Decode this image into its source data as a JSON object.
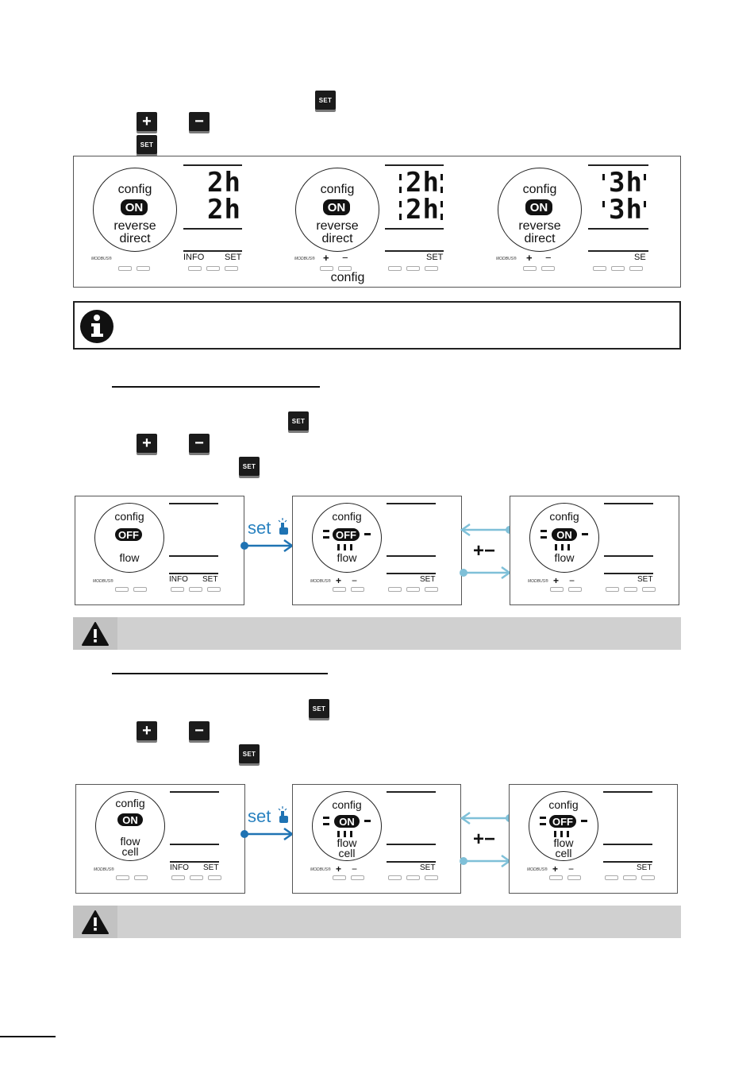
{
  "keys": {
    "set": "SET",
    "plus": "+",
    "minus": "−"
  },
  "panel1": {
    "displays": [
      {
        "config": "config",
        "state": "ON",
        "reverse": "reverse",
        "direct": "direct",
        "seg1": "2h",
        "seg2": "2h",
        "modbus": "MODBUS®",
        "label_left": "INFO",
        "label_right": "SET"
      },
      {
        "config": "config",
        "state": "ON",
        "reverse": "reverse",
        "direct": "direct",
        "seg1": "2h",
        "seg2": "2h",
        "modbus": "MODBUS®",
        "plus": "+",
        "minus": "−",
        "label_right": "SET",
        "caption": "config"
      },
      {
        "config": "config",
        "state": "ON",
        "reverse": "reverse",
        "direct": "direct",
        "seg1": "3h",
        "seg2": "3h",
        "modbus": "MODBUS®",
        "plus": "+",
        "minus": "−",
        "label_right": "SE"
      }
    ]
  },
  "panel2": {
    "set_label": "set",
    "plusminus": "+−",
    "displays": [
      {
        "config": "config",
        "state": "OFF",
        "sub1": "flow",
        "modbus": "MODBUS®",
        "label_left": "INFO",
        "label_right": "SET"
      },
      {
        "config": "config",
        "state": "OFF",
        "sub1": "flow",
        "modbus": "MODBUS®",
        "plus": "+",
        "minus": "−",
        "label_right": "SET"
      },
      {
        "config": "config",
        "state": "ON",
        "sub1": "flow",
        "modbus": "MODBUS®",
        "plus": "+",
        "minus": "−",
        "label_right": "SET"
      }
    ]
  },
  "panel3": {
    "set_label": "set",
    "plusminus": "+−",
    "displays": [
      {
        "config": "config",
        "state": "ON",
        "sub1": "flow",
        "sub2": "cell",
        "modbus": "MODBUS®",
        "label_left": "INFO",
        "label_right": "SET"
      },
      {
        "config": "config",
        "state": "ON",
        "sub1": "flow",
        "sub2": "cell",
        "modbus": "MODBUS®",
        "plus": "+",
        "minus": "−",
        "label_right": "SET"
      },
      {
        "config": "config",
        "state": "OFF",
        "sub1": "flow",
        "sub2": "cell",
        "modbus": "MODBUS®",
        "plus": "+",
        "minus": "−",
        "label_right": "SET"
      }
    ]
  },
  "colors": {
    "arrow_dark": "#1f73b3",
    "arrow_light": "#7fc0d8",
    "warn_bg": "#d0d0d0"
  },
  "icons": {
    "info": "info-icon",
    "warning": "warning-icon",
    "hand": "hand-pointer-icon"
  }
}
